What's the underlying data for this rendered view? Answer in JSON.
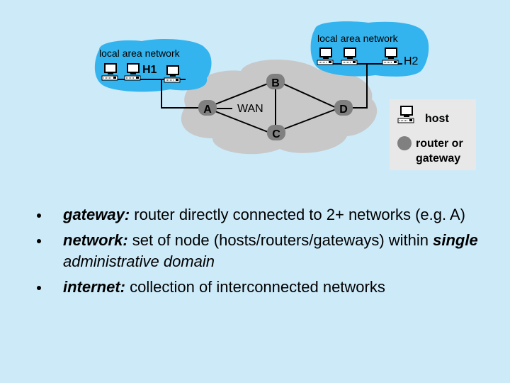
{
  "diagram": {
    "lan_left_label": "local area network",
    "lan_right_label": "local area network",
    "host_h1": "H1",
    "host_h2": "H2",
    "wan_label": "WAN",
    "router_a": "A",
    "router_b": "B",
    "router_c": "C",
    "router_d": "D",
    "legend": {
      "host_label": "host",
      "router_line1": "router or",
      "router_line2": "gateway"
    }
  },
  "bullets": [
    {
      "term": "gateway:",
      "text": " router directly connected to 2+ networks (e.g. A)"
    },
    {
      "term": "network:",
      "text": " set of node (hosts/routers/gateways) within ",
      "bold_italic": "single",
      "italic_tail": " administrative domain"
    },
    {
      "term": "internet:",
      "text": " collection of interconnected networks"
    }
  ],
  "colors": {
    "background": "#cdeaf9",
    "lan_cloud": "#34b4ee",
    "wan_cloud": "#c8c8c8",
    "legend_box": "#e8e8e8",
    "router": "#808080"
  }
}
